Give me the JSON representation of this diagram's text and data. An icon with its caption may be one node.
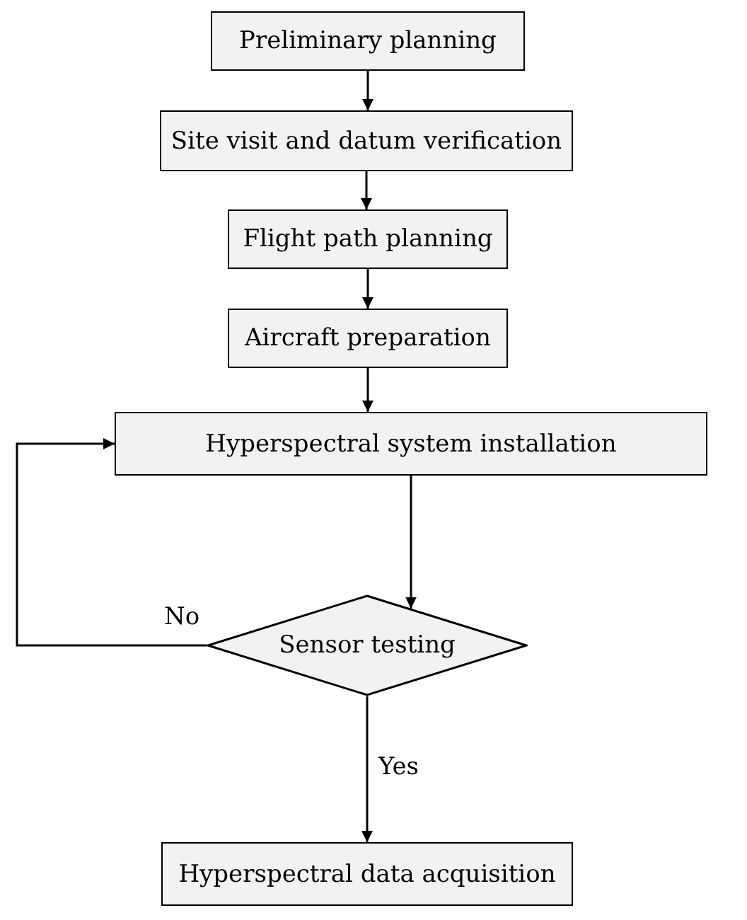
{
  "diagram": {
    "nodes": [
      {
        "text": [
          "Preliminary planning"
        ]
      },
      {
        "text": [
          "Site visit and datum verification"
        ]
      },
      {
        "text": [
          "Flight path planning"
        ]
      },
      {
        "text": [
          "Aircraft preparation"
        ]
      },
      {
        "text": [
          "Hyperspectral system installation"
        ]
      },
      {
        "text": [
          "Sensor testing"
        ]
      },
      {
        "text": [
          "Hyperspectral data acquisition"
        ]
      }
    ],
    "edges": [
      {
        "from": 0,
        "to": 1,
        "arrow": "to"
      },
      {
        "from": 1,
        "to": 2,
        "arrow": "to"
      },
      {
        "from": 2,
        "to": 3,
        "arrow": "to"
      },
      {
        "from": 3,
        "to": 4,
        "arrow": "to"
      },
      {
        "from": 4,
        "to": 5,
        "arrow": "to"
      },
      {
        "from": 5,
        "to": 4,
        "arrow": "to",
        "label": "No"
      },
      {
        "from": 5,
        "to": 6,
        "arrow": "to",
        "label": "Yes"
      }
    ]
  }
}
